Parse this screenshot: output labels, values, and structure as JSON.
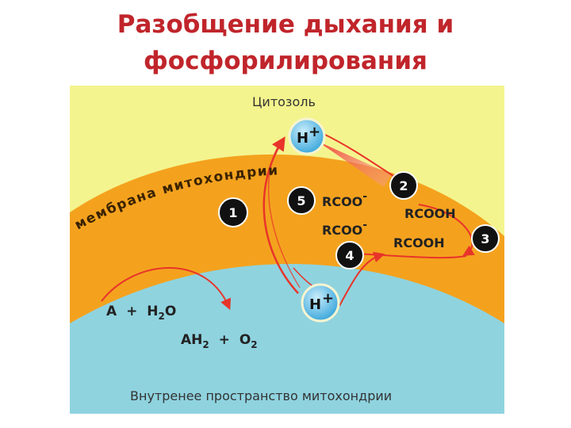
{
  "title": {
    "line1": "Разобщение дыхания и",
    "line2": "фосфорилирования"
  },
  "diagram": {
    "cytosol_label": "Цитозоль",
    "membrane_label": "мембрана митохондрии",
    "inner_space_label": "Внутренее пространство митохондрии",
    "proton_top": {
      "symbol": "H",
      "charge": "+"
    },
    "proton_bottom": {
      "symbol": "H",
      "charge": "+"
    },
    "reaction_products": {
      "a": "A",
      "plus": "+",
      "h": "H",
      "sub2": "2",
      "o": "O"
    },
    "reaction_substrates": {
      "ah": "AH",
      "sub2a": "2",
      "plus": "+",
      "o": "O",
      "sub2b": "2"
    },
    "steps": [
      "1",
      "2",
      "3",
      "4",
      "5"
    ],
    "rcoo_upper": "RCOO",
    "rcoo_lower": "RCOO",
    "minus": "-",
    "rcooh_upper": "RCOOH",
    "rcooh_lower": "RCOOH",
    "colors": {
      "cytosol": "#f4f48e",
      "membrane": "#f4a21e",
      "inner_space": "#8fd3df",
      "proton_fill": "#6cc4ec",
      "step_fill": "#111111",
      "arrow": "#e8342a"
    }
  }
}
